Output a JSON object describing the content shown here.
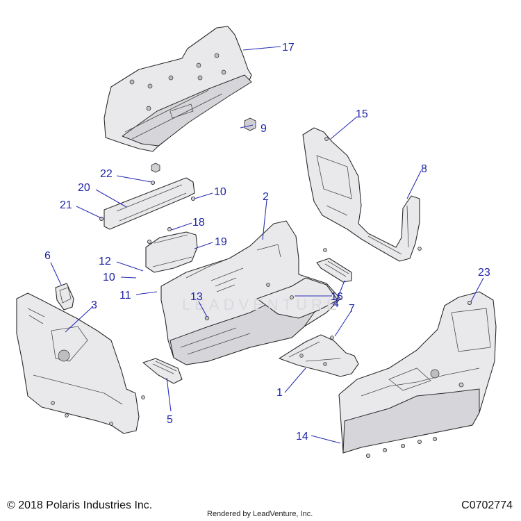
{
  "callouts": [
    {
      "id": "1",
      "label": "1"
    },
    {
      "id": "2",
      "label": "2"
    },
    {
      "id": "3",
      "label": "3"
    },
    {
      "id": "4",
      "label": "4"
    },
    {
      "id": "5",
      "label": "5"
    },
    {
      "id": "6",
      "label": "6"
    },
    {
      "id": "7",
      "label": "7"
    },
    {
      "id": "8",
      "label": "8"
    },
    {
      "id": "9",
      "label": "9"
    },
    {
      "id": "10a",
      "label": "10"
    },
    {
      "id": "10b",
      "label": "10"
    },
    {
      "id": "11",
      "label": "11"
    },
    {
      "id": "12",
      "label": "12"
    },
    {
      "id": "13",
      "label": "13"
    },
    {
      "id": "14",
      "label": "14"
    },
    {
      "id": "15",
      "label": "15"
    },
    {
      "id": "16",
      "label": "16"
    },
    {
      "id": "17",
      "label": "17"
    },
    {
      "id": "18",
      "label": "18"
    },
    {
      "id": "19",
      "label": "19"
    },
    {
      "id": "20",
      "label": "20"
    },
    {
      "id": "21",
      "label": "21"
    },
    {
      "id": "22",
      "label": "22"
    },
    {
      "id": "23",
      "label": "23"
    }
  ],
  "watermark": "LEADVENTURE",
  "footer": {
    "copyright": "© 2018 Polaris Industries Inc.",
    "drawing_number": "C0702774",
    "rendered_by": "Rendered by LeadVenture, Inc."
  },
  "colors": {
    "callout": "#1e24a8",
    "part_fill": "#e9e9ec",
    "outline": "#2b2b2b"
  }
}
